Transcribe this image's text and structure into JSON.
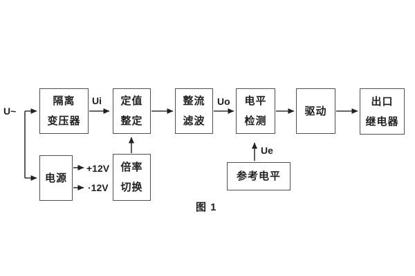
{
  "figure": {
    "caption": "图 1",
    "background_color": "#ffffff",
    "line_color": "#333333",
    "box_border_color": "#4d4d4d",
    "text_color": "#1f1f1f"
  },
  "blocks": [
    {
      "id": "isolation-transformer",
      "lines": [
        "隔离",
        "变压器"
      ]
    },
    {
      "id": "setpoint-adjust",
      "lines": [
        "定值",
        "整定"
      ]
    },
    {
      "id": "rectifier-filter",
      "lines": [
        "整流",
        "滤波"
      ]
    },
    {
      "id": "level-detect",
      "lines": [
        "电平",
        "检测"
      ]
    },
    {
      "id": "driver",
      "lines": [
        "驱动"
      ]
    },
    {
      "id": "output-relay",
      "lines": [
        "出口",
        "继电器"
      ]
    },
    {
      "id": "power-supply",
      "lines": [
        "电源"
      ]
    },
    {
      "id": "ratio-switch",
      "lines": [
        "倍率",
        "切换"
      ]
    },
    {
      "id": "reference-level",
      "lines": [
        "参考电平"
      ]
    }
  ],
  "signals": {
    "input": "U~",
    "ui": "Ui",
    "uo": "Uo",
    "ue": "Ue",
    "plus12": "+12V",
    "minus12": "·12V"
  }
}
